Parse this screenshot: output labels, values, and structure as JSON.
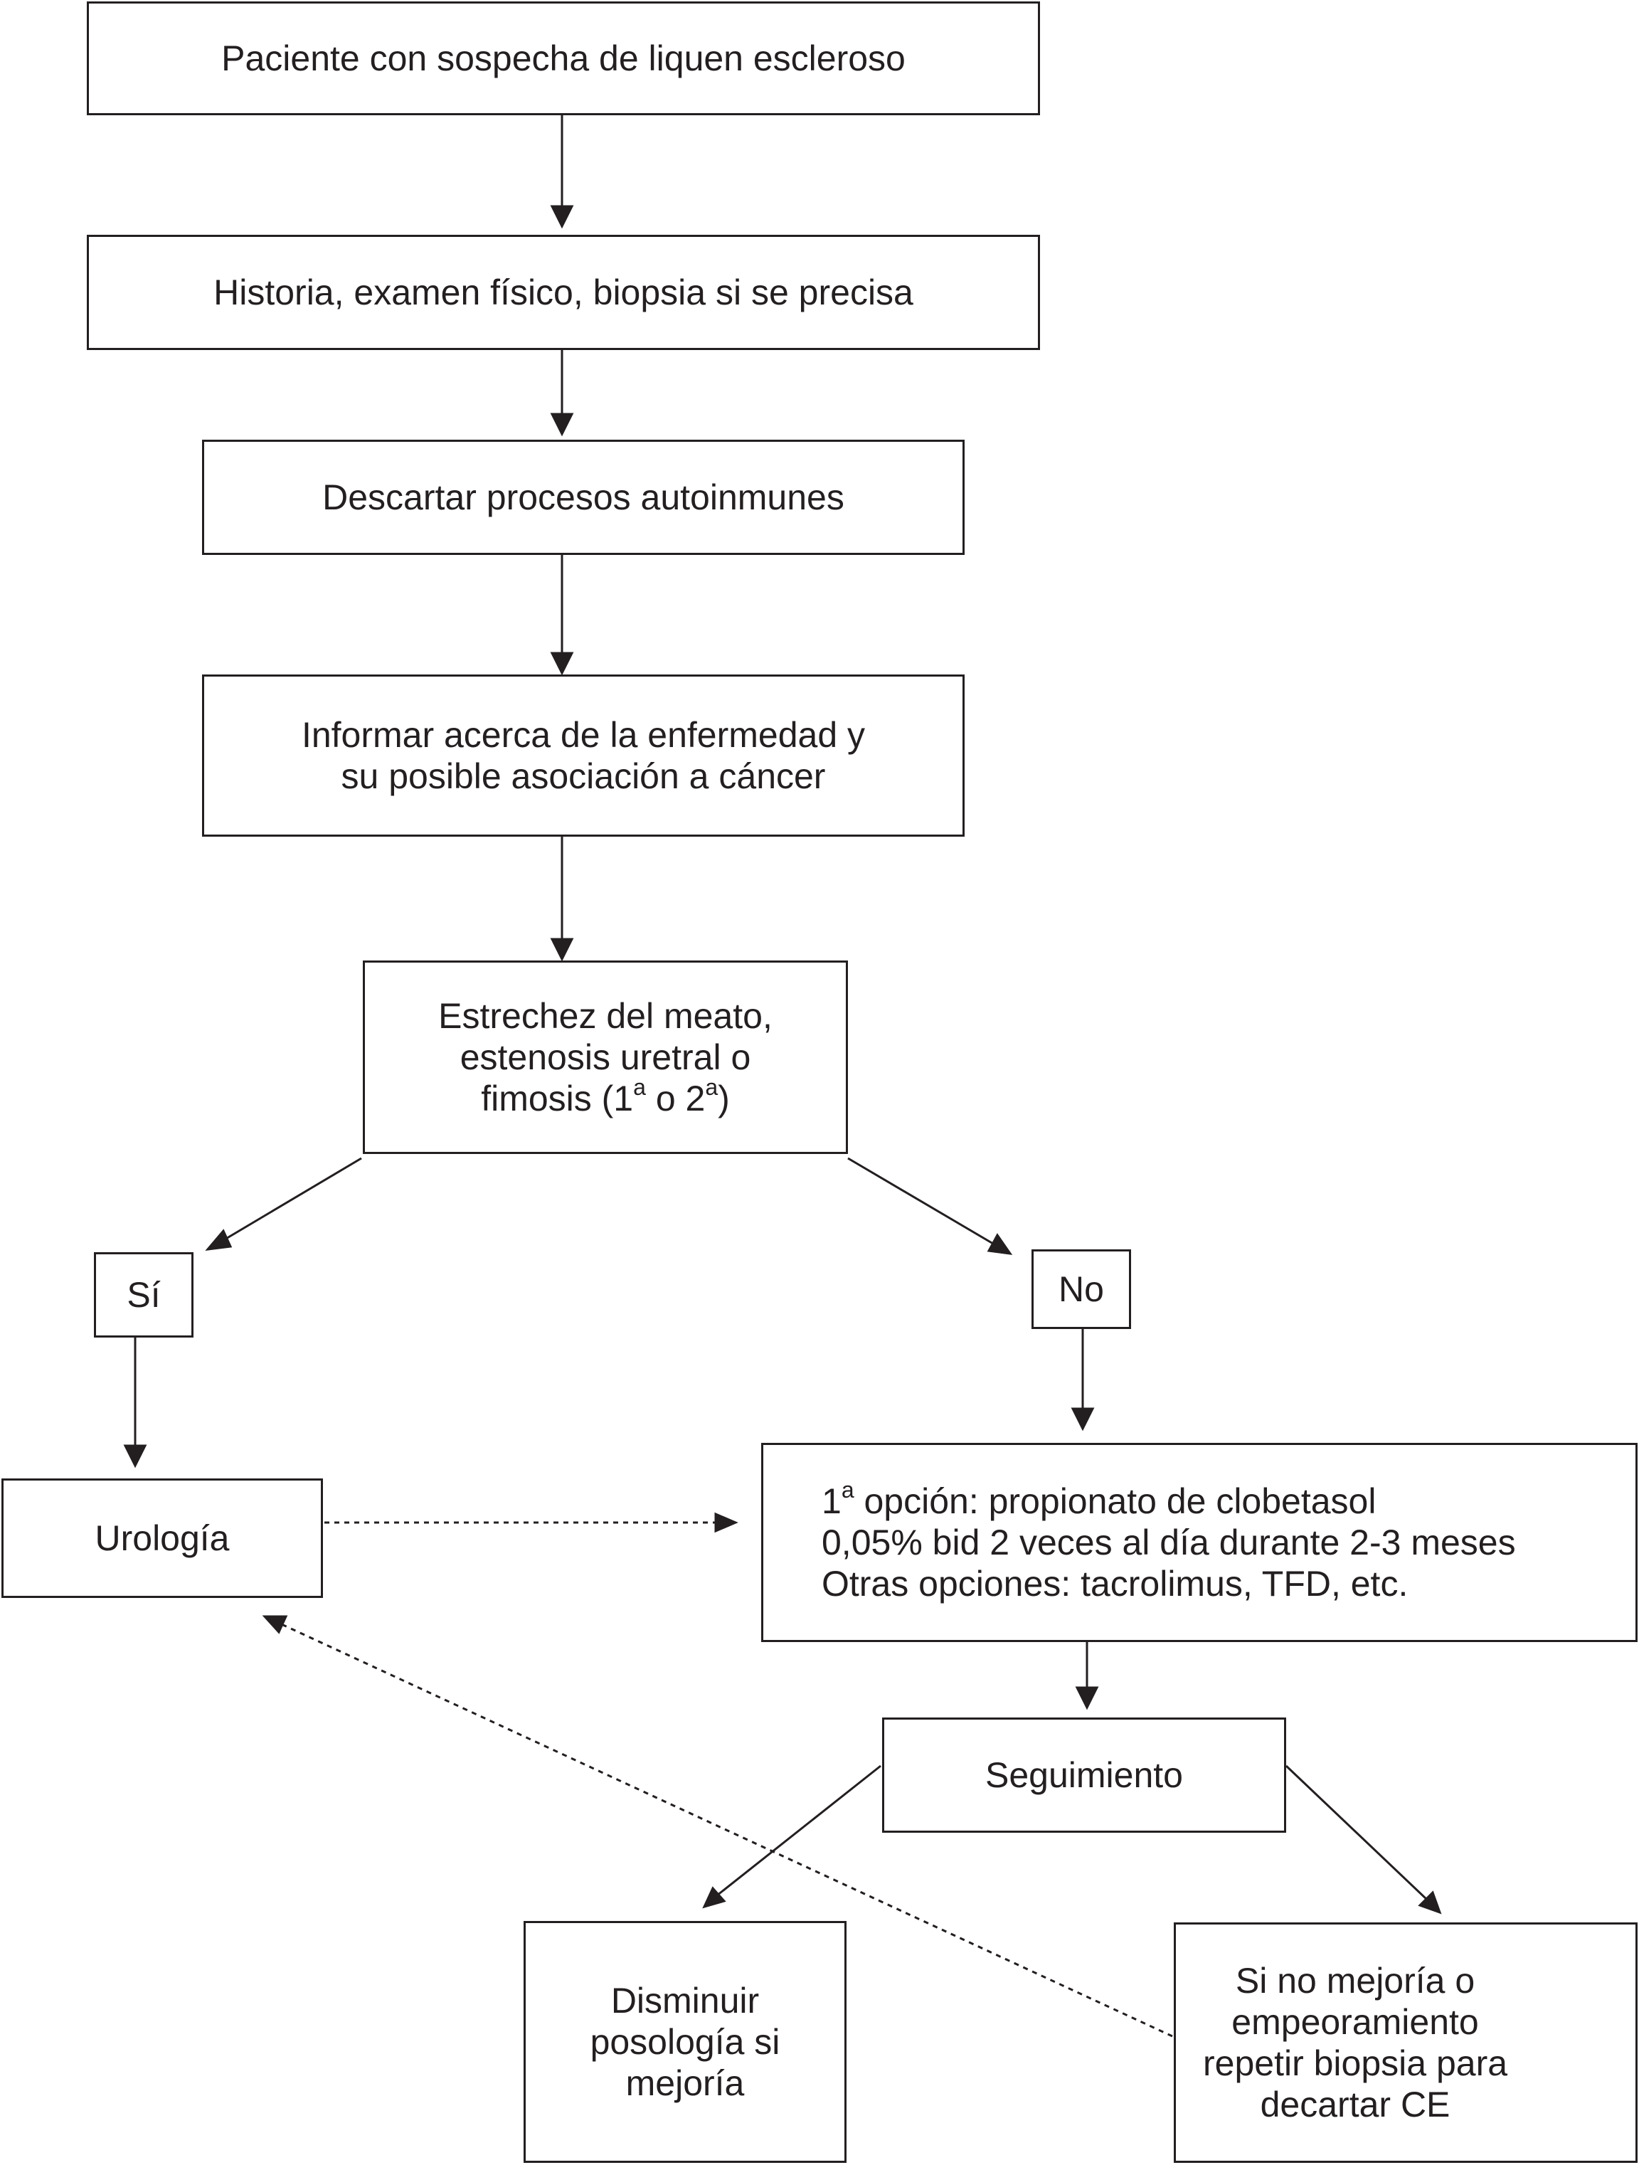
{
  "nodes": {
    "patient": "Paciente con sospecha de liquen escleroso",
    "history": "Historia, examen físico, biopsia si se precisa",
    "autoimmune": "Descartar procesos autoinmunes",
    "inform": [
      "Informar acerca de la enfermedad y",
      "su posible asociación a cáncer"
    ],
    "stenosis": {
      "line1": "Estrechez del meato,",
      "line2": "estenosis uretral o",
      "line3_a": "fimosis (1",
      "sup1": "a",
      "line3_b": " o 2",
      "sup2": "a",
      "line3_c": ")"
    },
    "yes": "Sí",
    "no": "No",
    "urology": "Urología",
    "treatment": {
      "line1_a": "1",
      "sup": "a",
      "line1_b": " opción: propionato de clobetasol",
      "line2": "0,05% bid 2 veces al día durante 2-3 meses",
      "line3": "Otras opciones: tacrolimus, TFD, etc."
    },
    "followup": "Seguimiento",
    "reduce": [
      "Disminuir",
      "posología si",
      "mejoría"
    ],
    "no_improve": [
      "Si no mejoría o",
      "empeoramiento",
      "repetir biopsia para",
      "decartar CE"
    ]
  },
  "colors": {
    "stroke": "#231f20",
    "background": "#ffffff"
  }
}
